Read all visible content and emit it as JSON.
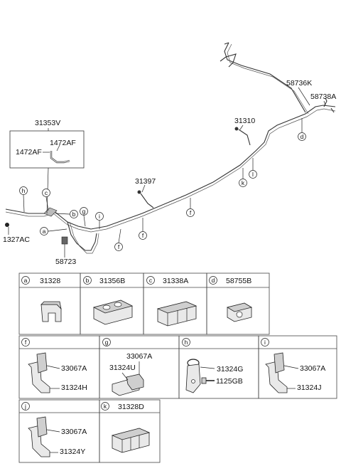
{
  "overview": {
    "callouts": {
      "p31353V": "31353V",
      "p1472AF_a": "1472AF",
      "p1472AF_b": "1472AF",
      "p1327AC": "1327AC",
      "p58723": "58723",
      "p31397": "31397",
      "p31310": "31310",
      "p58736K": "58736K",
      "p58738A": "58738A"
    },
    "letters": {
      "h": "h",
      "c": "c",
      "b": "b",
      "g": "g",
      "i": "i",
      "a": "a",
      "f1": "f",
      "f2": "f",
      "f3": "f",
      "k": "k",
      "l": "l",
      "d": "d"
    }
  },
  "legend": {
    "row1": [
      {
        "key": "a",
        "part": "31328"
      },
      {
        "key": "b",
        "part": "31356B"
      },
      {
        "key": "c",
        "part": "31338A"
      },
      {
        "key": "d",
        "part": "58755B"
      }
    ],
    "row2": [
      {
        "key": "f",
        "parts": [
          "33067A",
          "31324H"
        ]
      },
      {
        "key": "g",
        "parts": [
          "33067A",
          "31324U"
        ]
      },
      {
        "key": "h",
        "parts": [
          "31324G",
          "1125GB"
        ]
      },
      {
        "key": "i",
        "parts": [
          "33067A",
          "31324J"
        ]
      }
    ],
    "row3": [
      {
        "key": "j",
        "parts": [
          "33067A",
          "31324Y"
        ]
      },
      {
        "key": "k",
        "part": "31328D"
      }
    ]
  }
}
